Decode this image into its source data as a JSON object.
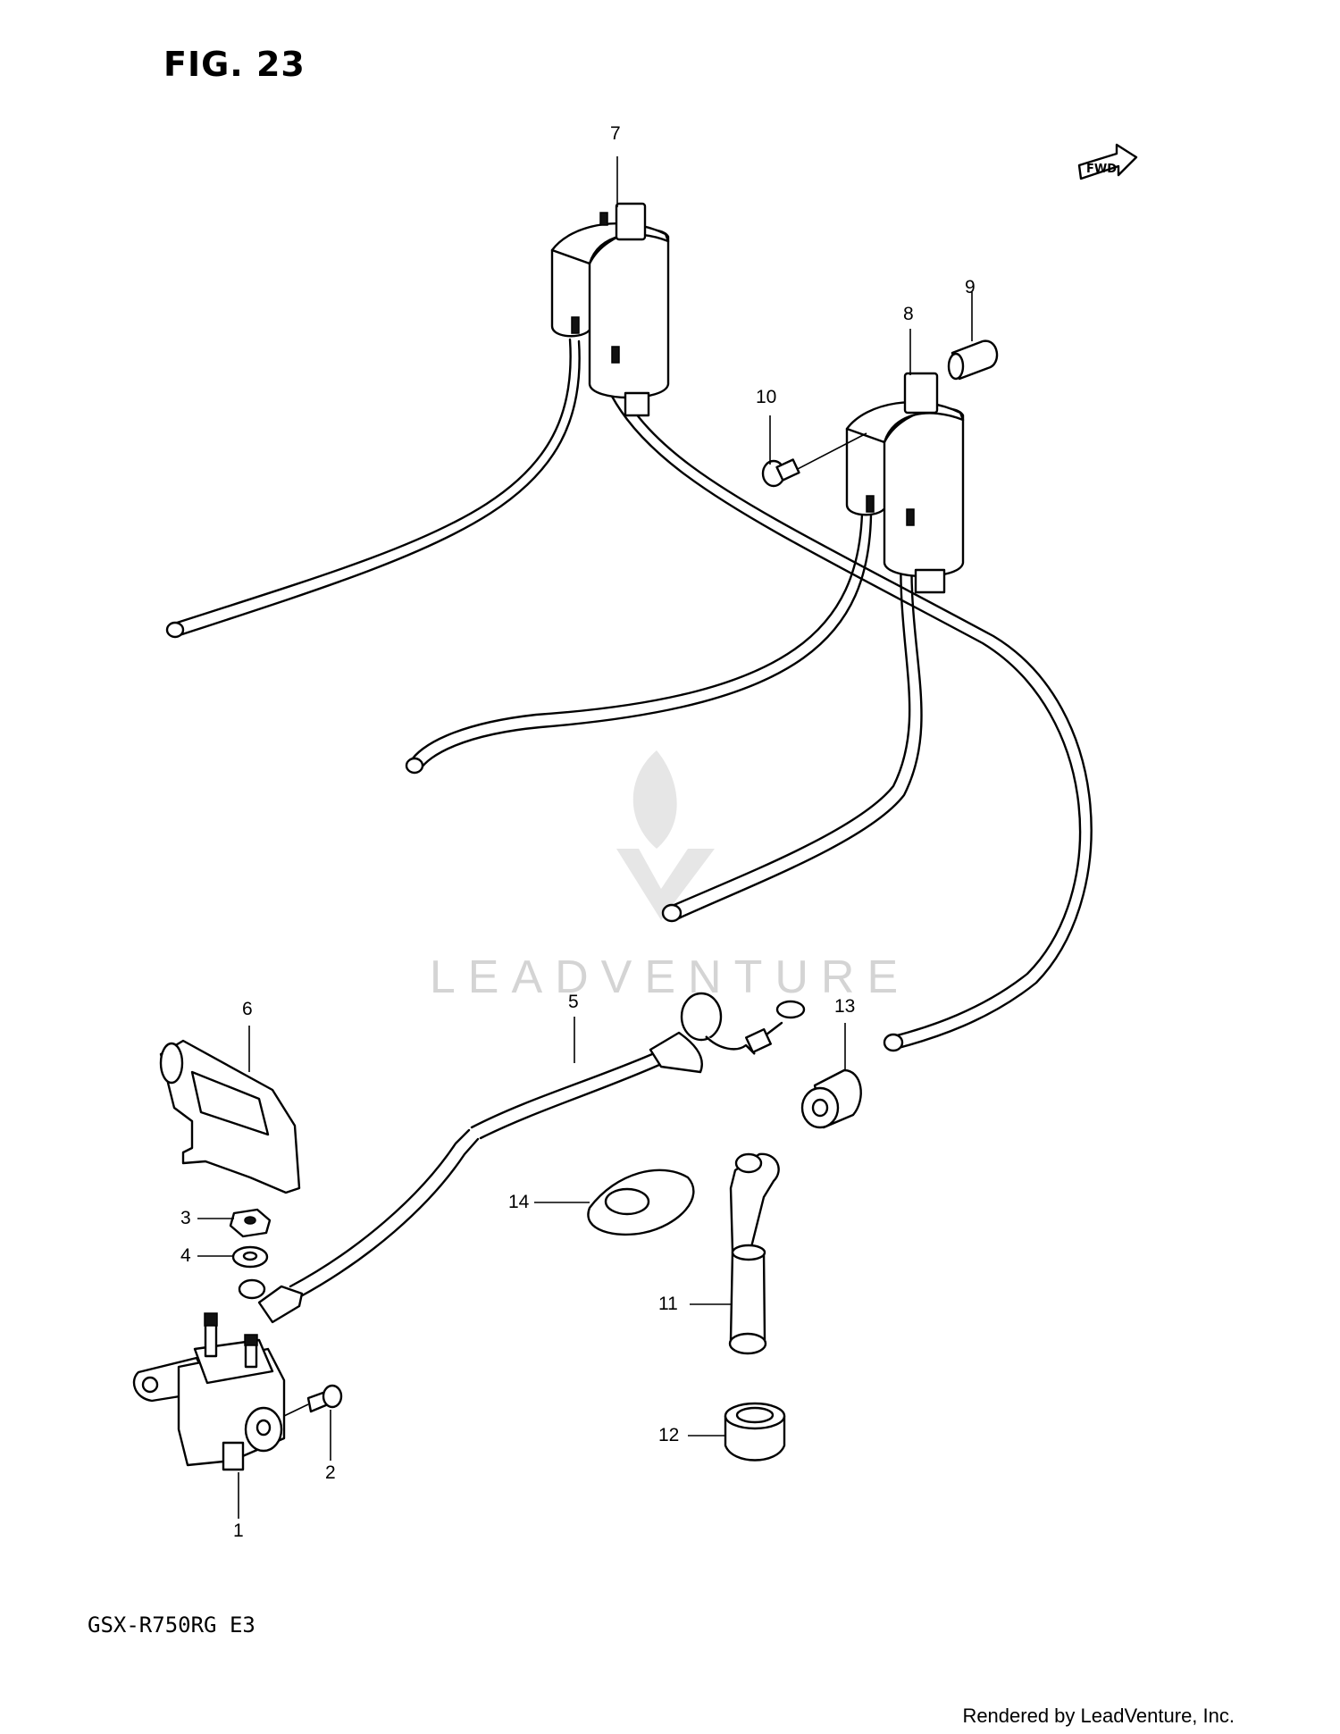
{
  "title": "FIG. 23",
  "model": "GSX-R750RG  E3",
  "credit": "Rendered by LeadVenture, Inc.",
  "watermark": "LEADVENTURE",
  "fwd_label": "FWD",
  "callouts": {
    "c1": "1",
    "c2": "2",
    "c3": "3",
    "c4": "4",
    "c5": "5",
    "c6": "6",
    "c7": "7",
    "c8": "8",
    "c9": "9",
    "c10": "10",
    "c11": "11",
    "c12": "12",
    "c13": "13",
    "c14": "14"
  }
}
